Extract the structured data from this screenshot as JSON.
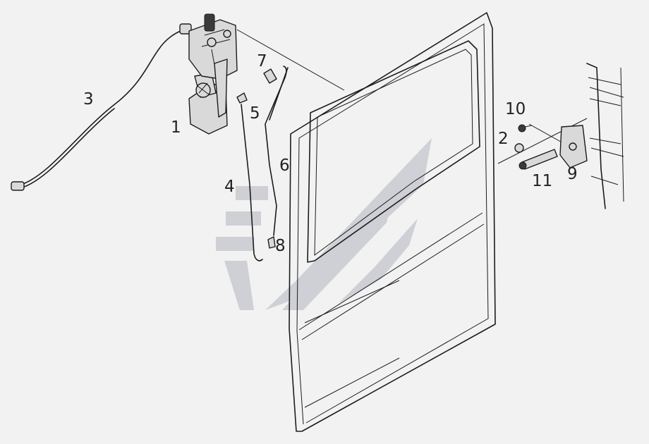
{
  "callouts": {
    "c1": "1",
    "c2": "2",
    "c3": "3",
    "c4": "4",
    "c5": "5",
    "c6": "6",
    "c7": "7",
    "c8": "8",
    "c9": "9",
    "c10": "10",
    "c11": "11"
  },
  "colors": {
    "background": "#f2f2f2",
    "line": "#1c1c1c",
    "watermark": "#c9cbd1"
  }
}
